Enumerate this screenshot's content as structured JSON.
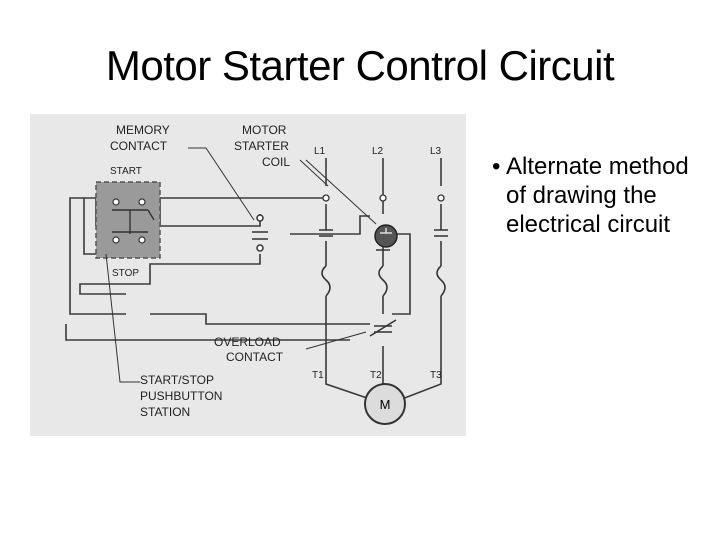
{
  "slide": {
    "title": "Motor Starter Control Circuit",
    "bullet_marker": "•",
    "bullet_text": "Alternate method of drawing the electrical circuit"
  },
  "diagram": {
    "labels": {
      "memory_contact_1": "MEMORY",
      "memory_contact_2": "CONTACT",
      "motor_starter_coil_1": "MOTOR",
      "motor_starter_coil_2": "STARTER",
      "motor_starter_coil_3": "COIL",
      "start": "START",
      "stop": "STOP",
      "l1": "L1",
      "l2": "L2",
      "l3": "L3",
      "overload_contact_1": "OVERLOAD",
      "overload_contact_2": "CONTACT",
      "station_1": "START/STOP",
      "station_2": "PUSHBUTTON",
      "station_3": "STATION",
      "t1": "T1",
      "t2": "T2",
      "t3": "T3",
      "motor": "M"
    },
    "colors": {
      "background": "#e8e8e8",
      "wire": "#3a3a3a",
      "pushbutton_box": "#9a9a9a",
      "coil": "#555555"
    }
  }
}
